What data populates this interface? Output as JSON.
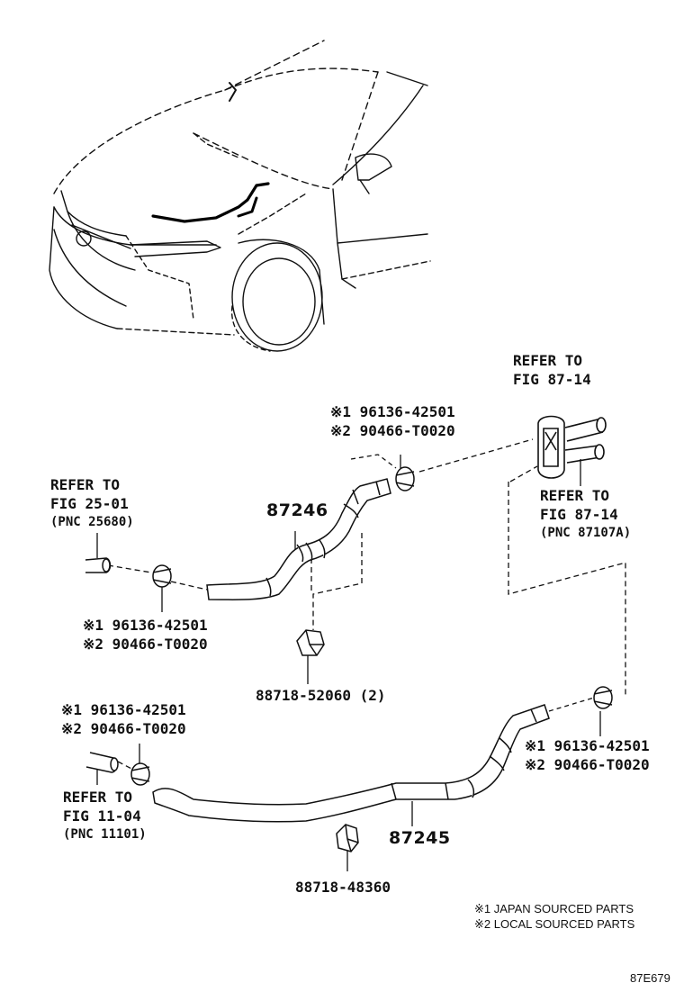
{
  "diagram_id": "87E679",
  "legend": [
    "※1 JAPAN SOURCED PARTS",
    "※2 LOCAL SOURCED PARTS"
  ],
  "refs": {
    "fig_87_14_top": {
      "line1": "REFER TO",
      "line2": "FIG 87-14"
    },
    "fig_87_14_pnc": {
      "line1": "REFER TO",
      "line2": "FIG 87-14",
      "pnc": "(PNC 87107A)"
    },
    "fig_25_01": {
      "line1": "REFER TO",
      "line2": "FIG 25-01",
      "pnc": "(PNC 25680)"
    },
    "fig_11_04": {
      "line1": "REFER TO",
      "line2": "FIG 11-04",
      "pnc": "(PNC 11101)"
    }
  },
  "clamp_callouts": {
    "top_center": {
      "jp": "※1 96136-42501",
      "local": "※2 90466-T0020"
    },
    "left_mid": {
      "jp": "※1 96136-42501",
      "local": "※2 90466-T0020"
    },
    "left_low": {
      "jp": "※1 96136-42501",
      "local": "※2 90466-T0020"
    },
    "right_low": {
      "jp": "※1 96136-42501",
      "local": "※2 90466-T0020"
    }
  },
  "parts": {
    "hose_upper": "87246",
    "hose_lower": "87245",
    "clamp_upper": "88718-52060 (2)",
    "clamp_lower": "88718-48360"
  }
}
